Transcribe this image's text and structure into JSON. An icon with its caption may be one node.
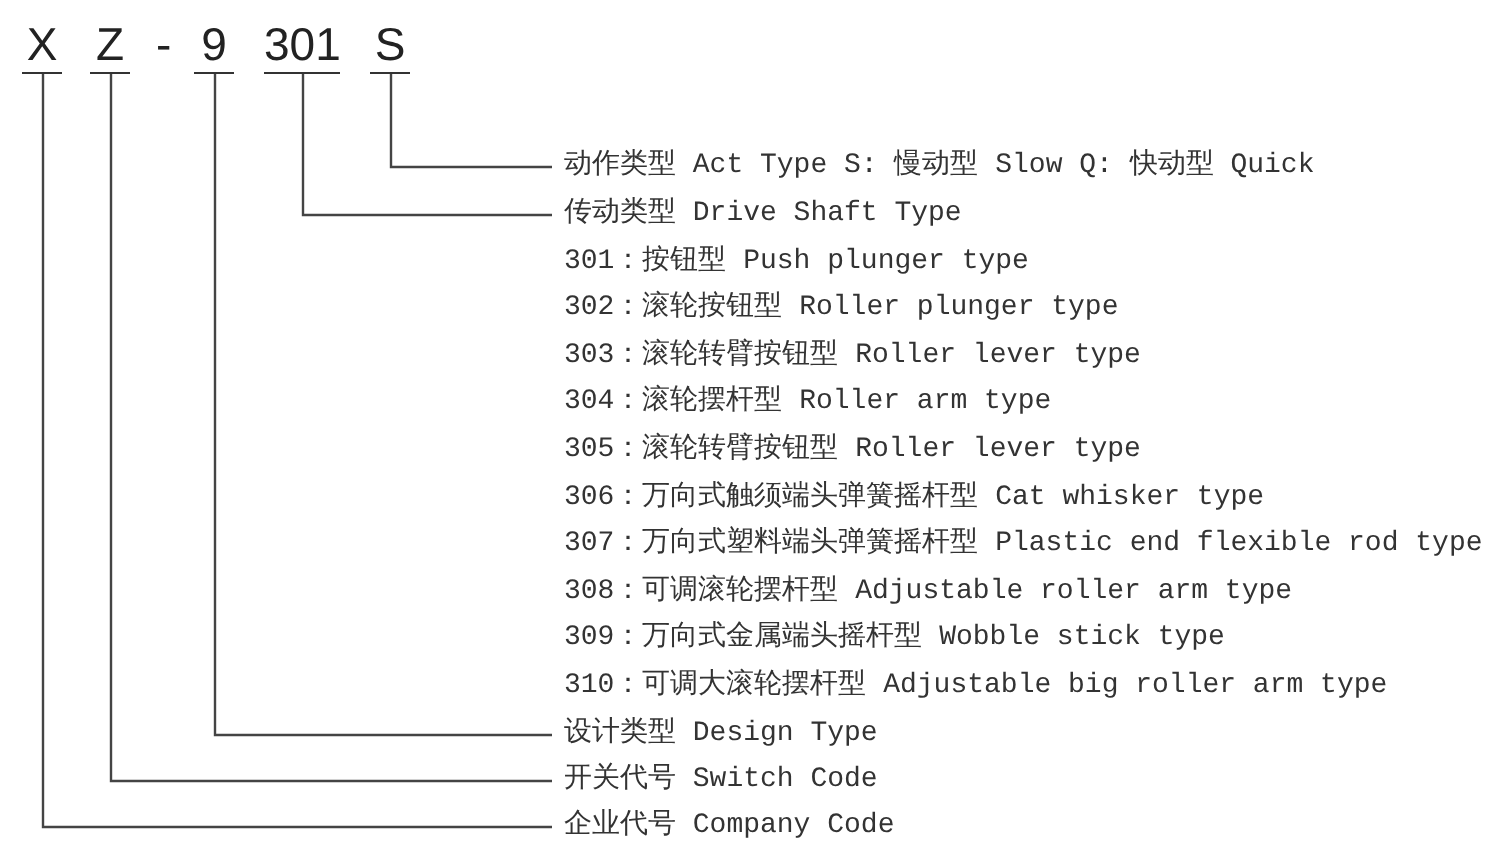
{
  "diagram": {
    "nodes": [
      {
        "text": [
          "X"
        ]
      },
      {
        "text": [
          "Z"
        ]
      },
      {
        "text": [
          "9"
        ]
      },
      {
        "text": [
          "301"
        ]
      },
      {
        "text": [
          "S"
        ]
      },
      {
        "text": [
          "动作类型 Act Type S: 慢动型 Slow Q: 快动型 Quick"
        ]
      },
      {
        "text": [
          "传动类型 Drive Shaft Type"
        ]
      },
      {
        "text": [
          "设计类型 Design Type"
        ]
      },
      {
        "text": [
          "开关代号 Switch Code"
        ]
      },
      {
        "text": [
          "企业代号 Company Code"
        ]
      }
    ],
    "edges": [
      {
        "from": 4,
        "to": 5,
        "arrow": "none"
      },
      {
        "from": 3,
        "to": 6,
        "arrow": "none"
      },
      {
        "from": 2,
        "to": 7,
        "arrow": "none"
      },
      {
        "from": 1,
        "to": 8,
        "arrow": "none"
      },
      {
        "from": 0,
        "to": 9,
        "arrow": "none"
      }
    ],
    "labels": [
      "-",
      "301：按钮型 Push plunger type",
      "302：滚轮按钮型 Roller plunger type",
      "303：滚轮转臂按钮型 Roller lever type",
      "304：滚轮摆杆型 Roller arm type",
      "305：滚轮转臂按钮型 Roller lever type",
      "306：万向式触须端头弹簧摇杆型 Cat whisker type",
      "307：万向式塑料端头弹簧摇杆型 Plastic end flexible rod type",
      "308：可调滚轮摆杆型 Adjustable roller arm type",
      "309：万向式金属端头摇杆型 Wobble stick type",
      "310：可调大滚轮摆杆型 Adjustable big roller arm type"
    ]
  }
}
